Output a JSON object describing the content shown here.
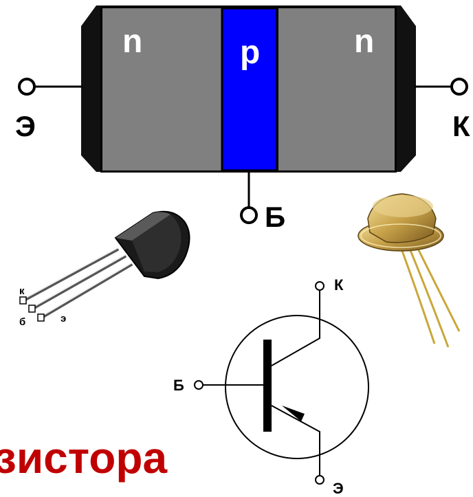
{
  "structure": {
    "layers": [
      {
        "label": "n",
        "color": "#808080"
      },
      {
        "label": "p",
        "color": "#0000ff"
      },
      {
        "label": "n",
        "color": "#808080"
      }
    ],
    "terminal_emitter": "Э",
    "terminal_collector": "К",
    "terminal_base": "Б"
  },
  "to92_pins": {
    "k": "к",
    "b": "б",
    "e": "э"
  },
  "symbol": {
    "collector": "К",
    "base": "Б",
    "emitter": "Э"
  },
  "caption": "зистора"
}
